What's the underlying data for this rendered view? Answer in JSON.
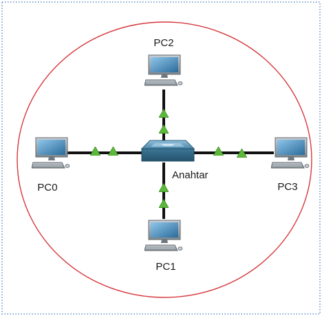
{
  "diagram": {
    "nodes": {
      "pc2": {
        "label": "PC2",
        "icon": "desktop-pc-icon"
      },
      "pc0": {
        "label": "PC0",
        "icon": "desktop-pc-icon"
      },
      "pc1": {
        "label": "PC1",
        "icon": "desktop-pc-icon"
      },
      "pc3": {
        "label": "PC3",
        "icon": "desktop-pc-icon"
      },
      "switch": {
        "label": "Anahtar",
        "icon": "network-switch-icon"
      }
    },
    "links": [
      {
        "from": "switch",
        "to": "pc2",
        "status": "up"
      },
      {
        "from": "switch",
        "to": "pc0",
        "status": "up"
      },
      {
        "from": "switch",
        "to": "pc1",
        "status": "up"
      },
      {
        "from": "switch",
        "to": "pc3",
        "status": "up"
      }
    ],
    "colors": {
      "area_circle": "#d6363a",
      "frame_dots": "#8aa9d6",
      "link": "#111111",
      "link_up": "#5cb83a",
      "pc_body": "#9aa3aa",
      "pc_screen": "#2f6f9e",
      "switch_body": "#4b86a8"
    }
  }
}
